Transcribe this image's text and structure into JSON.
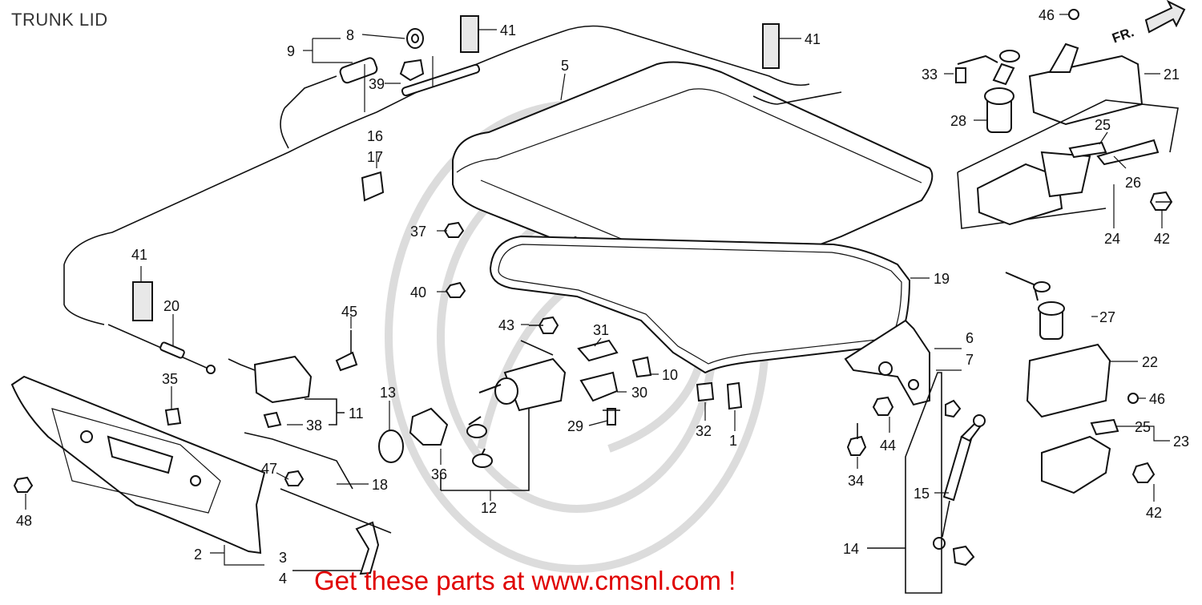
{
  "title": "TRUNK LID",
  "promo": "Get these parts at www.cmsnl.com !",
  "orientation_label": "FR.",
  "callouts": [
    "1",
    "2",
    "3",
    "4",
    "5",
    "6",
    "7",
    "8",
    "9",
    "10",
    "11",
    "12",
    "13",
    "14",
    "15",
    "16",
    "17",
    "18",
    "19",
    "20",
    "21",
    "22",
    "23",
    "24",
    "25",
    "25",
    "26",
    "27",
    "28",
    "29",
    "30",
    "31",
    "32",
    "33",
    "34",
    "35",
    "36",
    "37",
    "38",
    "39",
    "40",
    "41",
    "41",
    "41",
    "42",
    "42",
    "43",
    "44",
    "45",
    "46",
    "46",
    "47",
    "48"
  ]
}
